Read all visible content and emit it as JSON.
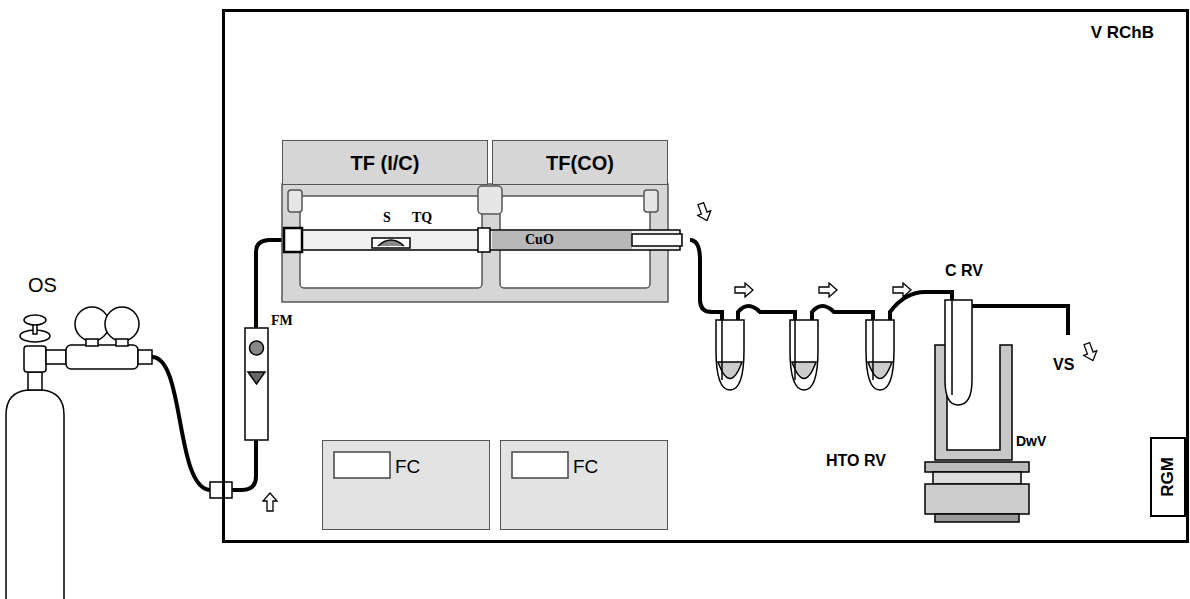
{
  "diagram": {
    "nodes": [
      {
        "text": [
          "V RChB"
        ]
      },
      {
        "text": [
          "TF (I/C)"
        ],
        "in": 0
      },
      {
        "text": [
          "TF(CO)"
        ],
        "in": 0
      },
      {
        "text": [
          "FC"
        ],
        "in": 0
      },
      {
        "text": [
          "FC"
        ],
        "in": 0
      },
      {
        "text": [
          "RGM"
        ],
        "in": 0
      }
    ],
    "labels": [
      "OS",
      "FM",
      "S",
      "TQ",
      "CuO",
      "HTO RV",
      "C RV",
      "VS",
      "DwV"
    ]
  }
}
